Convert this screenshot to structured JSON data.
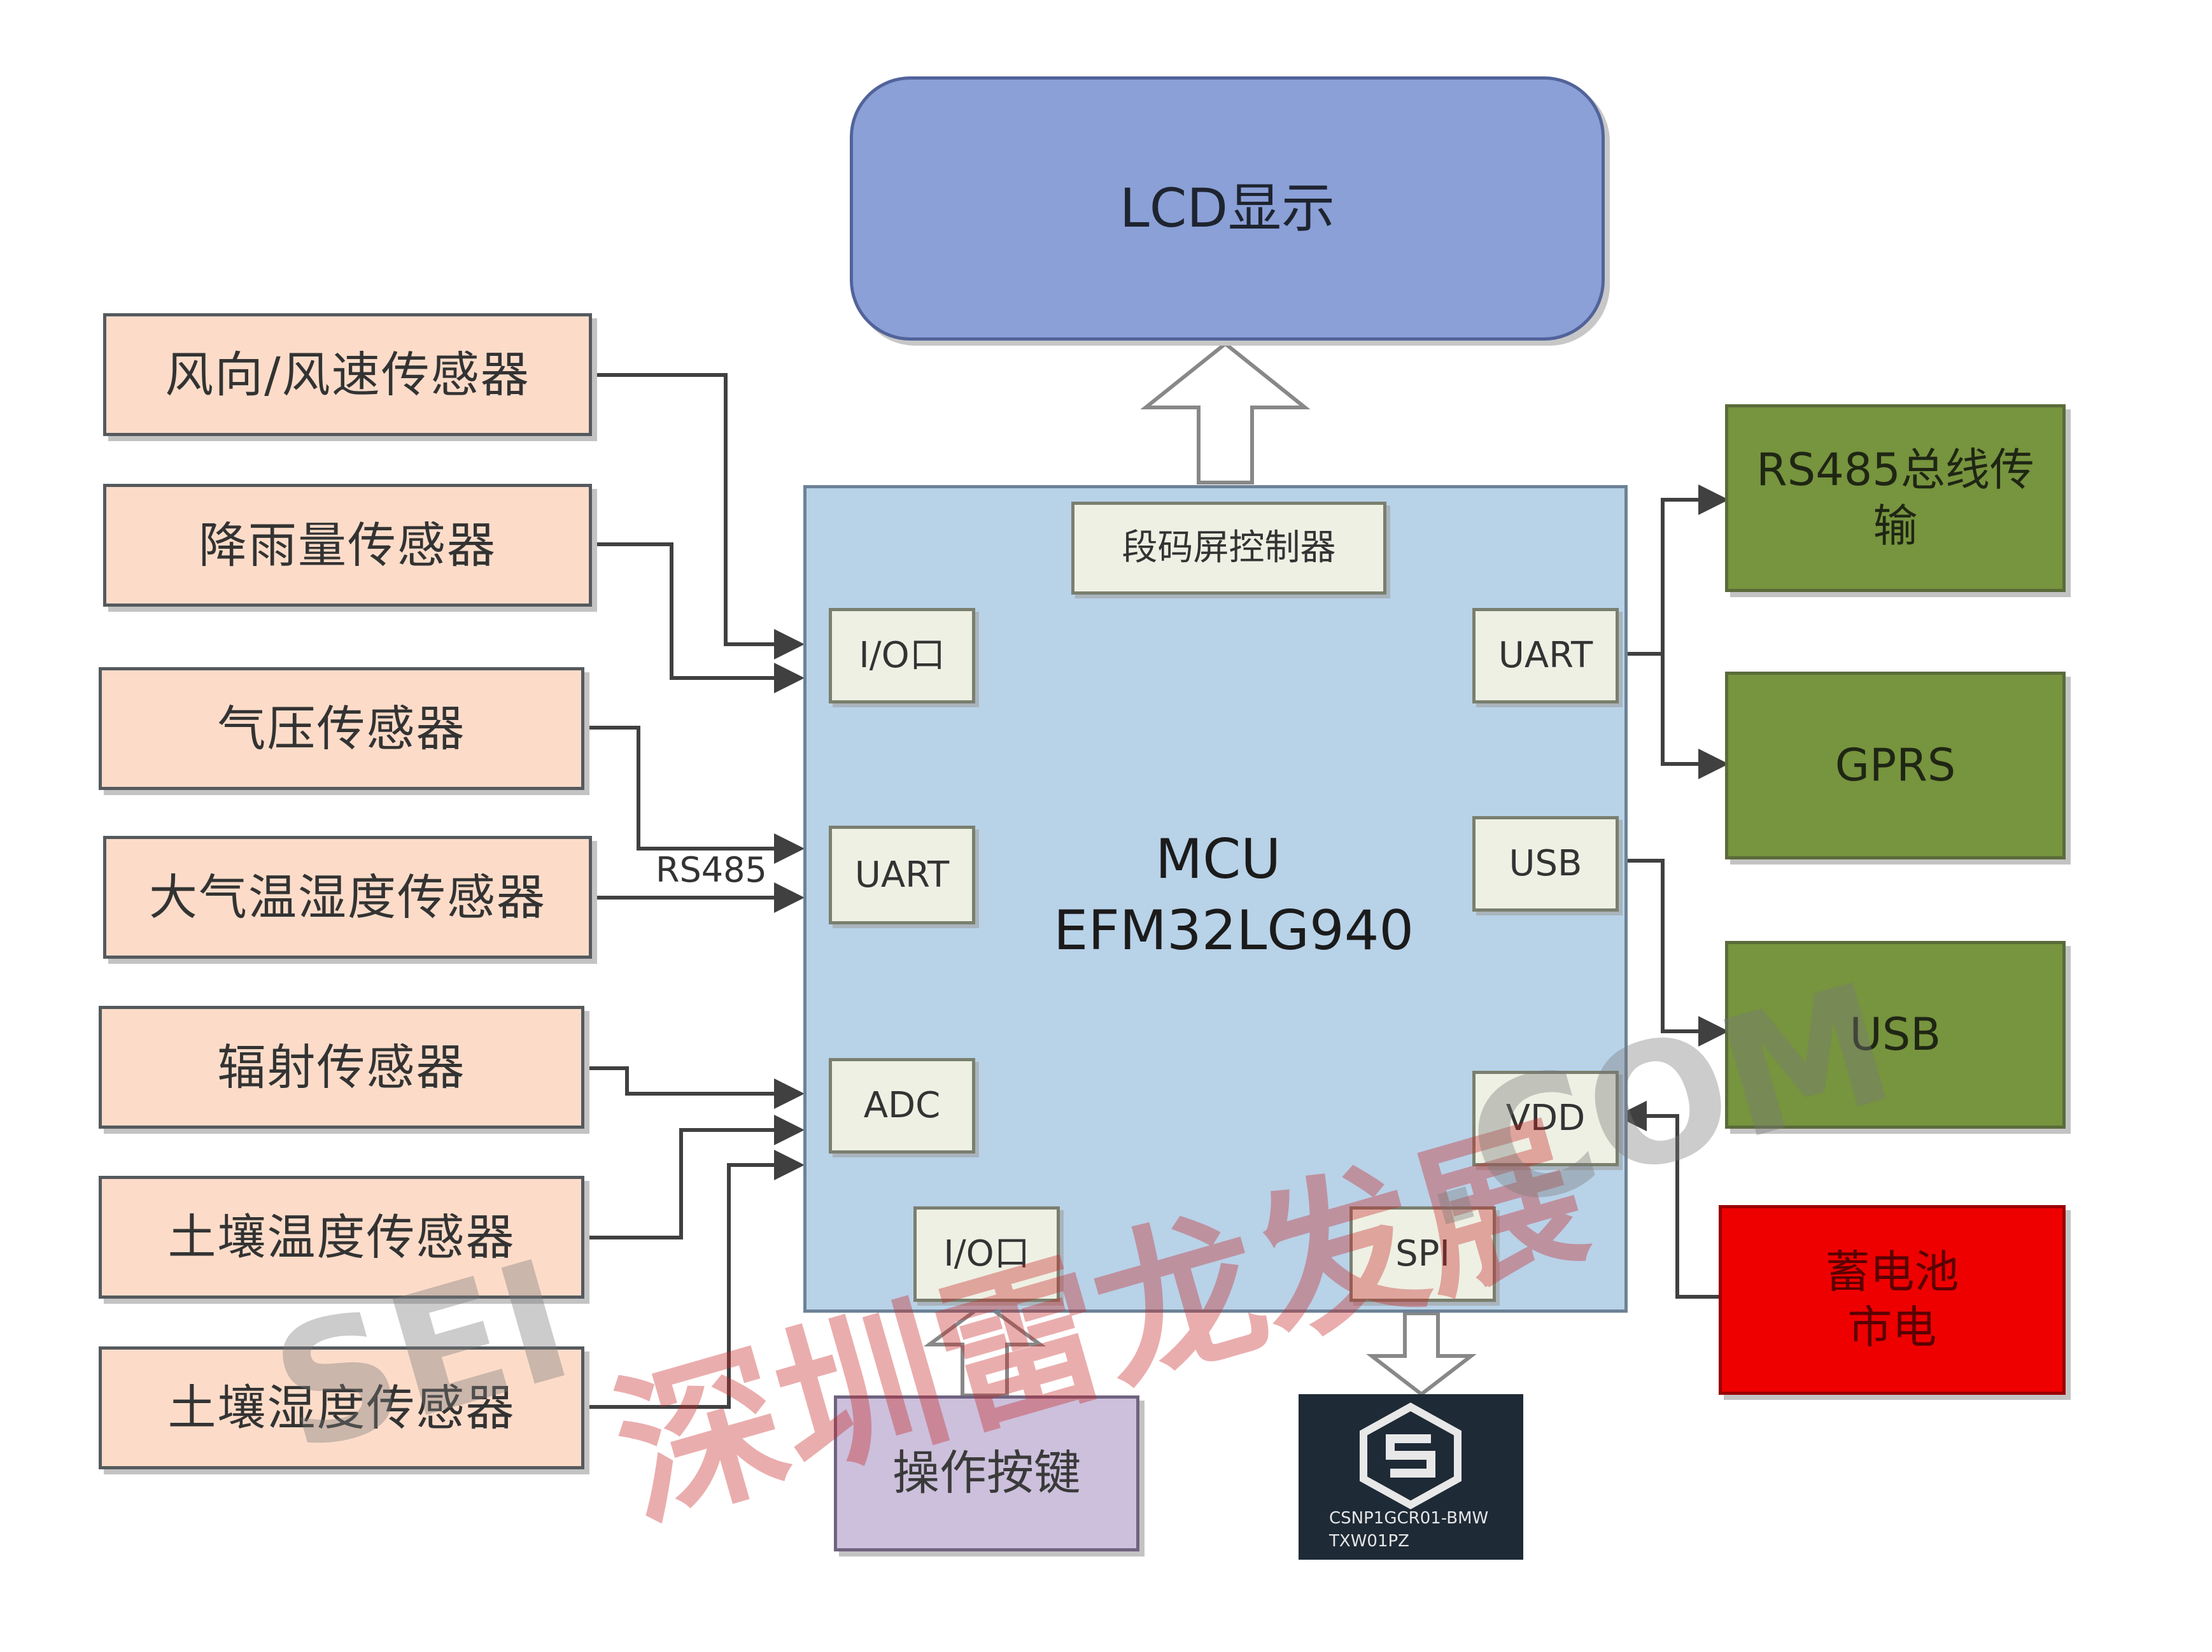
{
  "lcd": {
    "label": "LCD显示"
  },
  "mcu": {
    "line1": "MCU",
    "line2": "EFM32LG940"
  },
  "sensors": [
    "风向/风速传感器",
    "降雨量传感器",
    "气压传感器",
    "大气温湿度传感器",
    "辐射传感器",
    "土壤温度传感器",
    "土壤湿度传感器"
  ],
  "inner": {
    "segment": "段码屏控制器",
    "io_left": "I/O口",
    "uart_left": "UART",
    "adc": "ADC",
    "io_bottom": "I/O口",
    "uart_right": "UART",
    "usb": "USB",
    "vdd": "VDD",
    "spi": "SPI"
  },
  "bus_label": "RS485",
  "outputs": {
    "rs485_line1": "RS485总线传",
    "rs485_line2": "输",
    "gprs": "GPRS",
    "usb": "USB",
    "battery_line1": "蓄电池",
    "battery_line2": "市电"
  },
  "keys": {
    "label": "操作按键"
  },
  "chip": {
    "line1": "CSNP1GCR01-BMW",
    "line2": "TXW01PZ"
  },
  "watermark": {
    "text_latin": "SEI",
    "text_cn": "深圳雷龙发展",
    "text_com": ".COM"
  },
  "colors": {
    "lcd_fill": "#8aa0d6",
    "mcu_fill": "#b8d2e8",
    "sensor_fill": "#fcdcc9",
    "green_fill": "#77943e",
    "battery_fill": "#ee0000",
    "keys_fill": "#ccc0dc",
    "chip_fill": "#1e2a36",
    "line": "#404040"
  }
}
